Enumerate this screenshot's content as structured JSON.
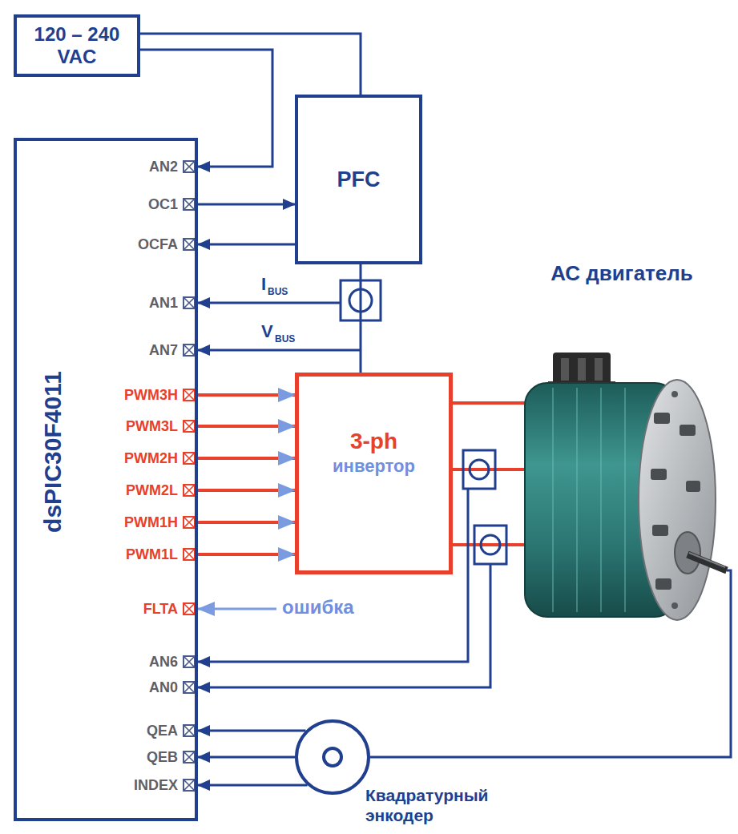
{
  "diagram": {
    "nodes": [
      {
        "text": [
          "120 – 240 VAC"
        ]
      },
      {
        "text": [
          "dsPIC30F4011"
        ]
      },
      {
        "text": [
          "PFC"
        ]
      },
      {
        "text": [
          "3-ph",
          "инвертор"
        ]
      },
      {
        "text": [
          "АС двигатель"
        ]
      },
      {
        "text": [
          "Квадратурный энкодер"
        ]
      }
    ],
    "edges": [
      {
        "from": 0,
        "to": 1,
        "arrow": "to"
      },
      {
        "from": 0,
        "to": 2,
        "arrow": "none"
      },
      {
        "from": 1,
        "to": 2,
        "arrow": "to"
      },
      {
        "from": 2,
        "to": 1,
        "arrow": "to"
      },
      {
        "from": 2,
        "to": 3,
        "arrow": "none"
      },
      {
        "from": 1,
        "to": 3,
        "arrow": "to"
      },
      {
        "from": 1,
        "to": 3,
        "arrow": "to"
      },
      {
        "from": 1,
        "to": 3,
        "arrow": "to"
      },
      {
        "from": 1,
        "to": 3,
        "arrow": "to"
      },
      {
        "from": 1,
        "to": 3,
        "arrow": "to"
      },
      {
        "from": 1,
        "to": 3,
        "arrow": "to"
      },
      {
        "from": 3,
        "to": 4,
        "arrow": "none"
      },
      {
        "from": 3,
        "to": 4,
        "arrow": "none"
      },
      {
        "from": 3,
        "to": 4,
        "arrow": "none"
      },
      {
        "from": 5,
        "to": 1,
        "arrow": "to"
      },
      {
        "from": 5,
        "to": 1,
        "arrow": "to"
      },
      {
        "from": 5,
        "to": 1,
        "arrow": "to"
      },
      {
        "from": 4,
        "to": 5,
        "arrow": "none"
      }
    ],
    "labels": [
      "AN2",
      "OC1",
      "OCFA",
      "I",
      "BUS",
      "AN1",
      "V",
      "BUS",
      "AN7",
      "PWM3H",
      "PWM3L",
      "PWM2H",
      "PWM2L",
      "PWM1H",
      "PWM1L",
      "FLTA",
      "ошибка",
      "AN6",
      "AN0",
      "QEA",
      "QEB",
      "INDEX"
    ]
  }
}
